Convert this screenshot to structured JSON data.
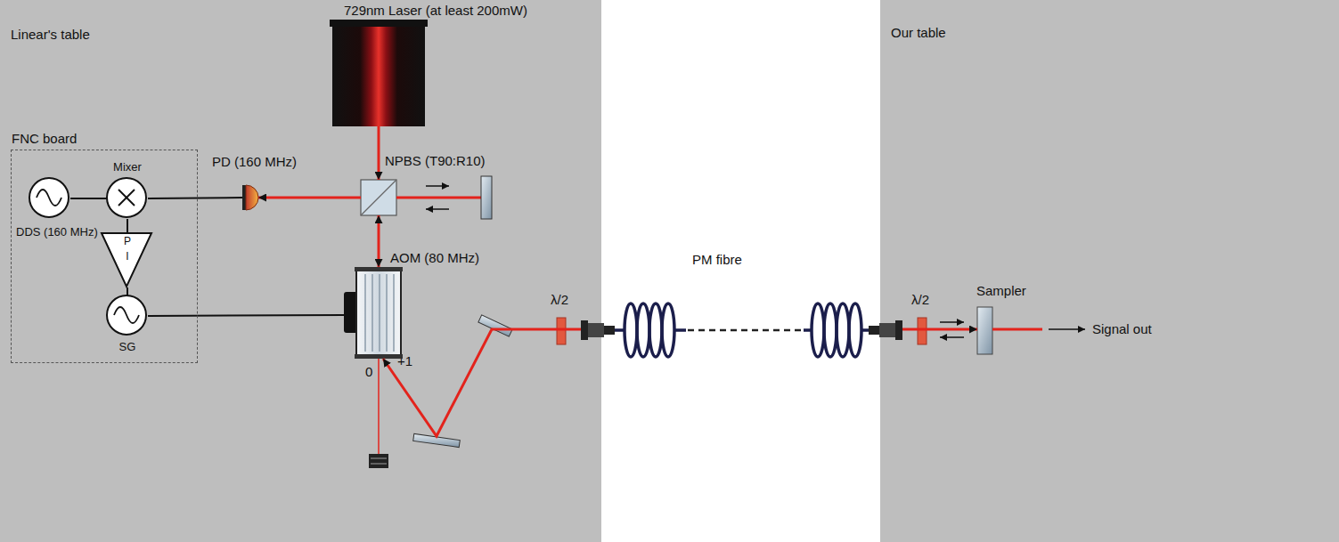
{
  "diagram": {
    "nodes": [
      {
        "text": [
          "Linear's table"
        ]
      },
      {
        "text": [
          "729nm Laser (at least 200mW)"
        ],
        "in": 0
      },
      {
        "text": [
          "FNC board"
        ],
        "in": 0
      },
      {
        "text": [
          "DDS (160 MHz)"
        ],
        "in": 2
      },
      {
        "text": [
          "Mixer"
        ],
        "in": 2
      },
      {
        "text": [
          "P",
          "I"
        ],
        "in": 2
      },
      {
        "text": [
          "SG"
        ],
        "in": 2
      },
      {
        "text": [
          "PD (160 MHz)"
        ],
        "in": 0
      },
      {
        "text": [
          "NPBS (T90:R10)"
        ],
        "in": 0
      },
      {
        "text": [
          "AOM (80 MHz)"
        ],
        "in": 0
      },
      {
        "text": [
          "Our table"
        ]
      },
      {
        "text": [
          "Sampler"
        ],
        "in": 10
      }
    ],
    "edges": [
      {
        "from": 1,
        "to": 8,
        "arrow": "to"
      },
      {
        "from": 8,
        "to": 7,
        "arrow": "to"
      },
      {
        "from": 8,
        "to": 9,
        "arrow": "both"
      },
      {
        "from": 3,
        "to": 4,
        "arrow": "none"
      },
      {
        "from": 4,
        "to": 7,
        "arrow": "none"
      },
      {
        "from": 4,
        "to": 5,
        "arrow": "none"
      },
      {
        "from": 5,
        "to": 6,
        "arrow": "none"
      },
      {
        "from": 6,
        "to": 9,
        "arrow": "none"
      },
      {
        "from": 9,
        "to": 11,
        "arrow": "both"
      }
    ],
    "labels": [
      "0",
      "+1",
      "λ/2",
      "PM fibre",
      "λ/2",
      "Signal out"
    ]
  }
}
